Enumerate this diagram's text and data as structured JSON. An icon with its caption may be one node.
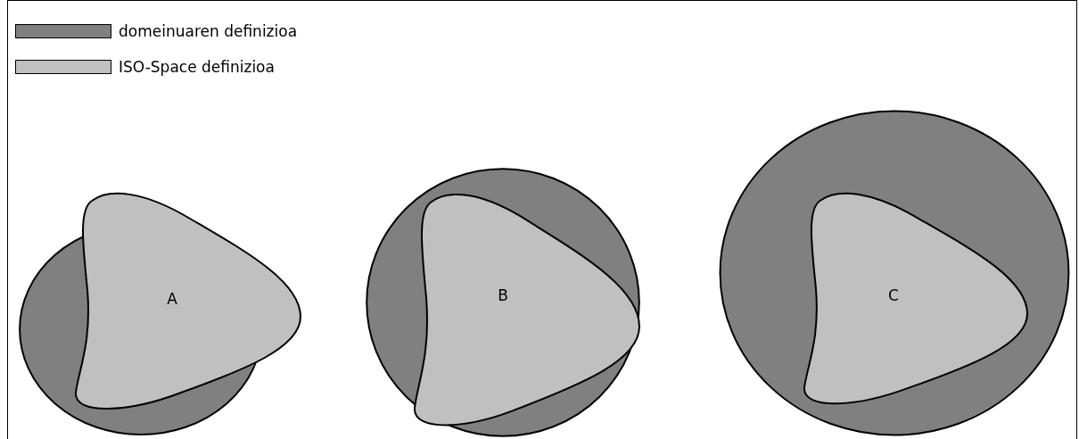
{
  "diagram": {
    "nodes": [
      {
        "text": [],
        "shape": "circle"
      },
      {
        "text": [
          "A"
        ]
      },
      {
        "text": [],
        "shape": "circle"
      },
      {
        "text": [
          "B"
        ],
        "in": 2
      },
      {
        "text": [],
        "shape": "circle"
      },
      {
        "text": [
          "C"
        ],
        "in": 4
      }
    ],
    "edges": [],
    "legend": [
      {
        "text": "domeinuaren definizioa",
        "color": "#808080"
      },
      {
        "text": "ISO-Space definizioa",
        "color": "#c0c0c0"
      }
    ]
  }
}
